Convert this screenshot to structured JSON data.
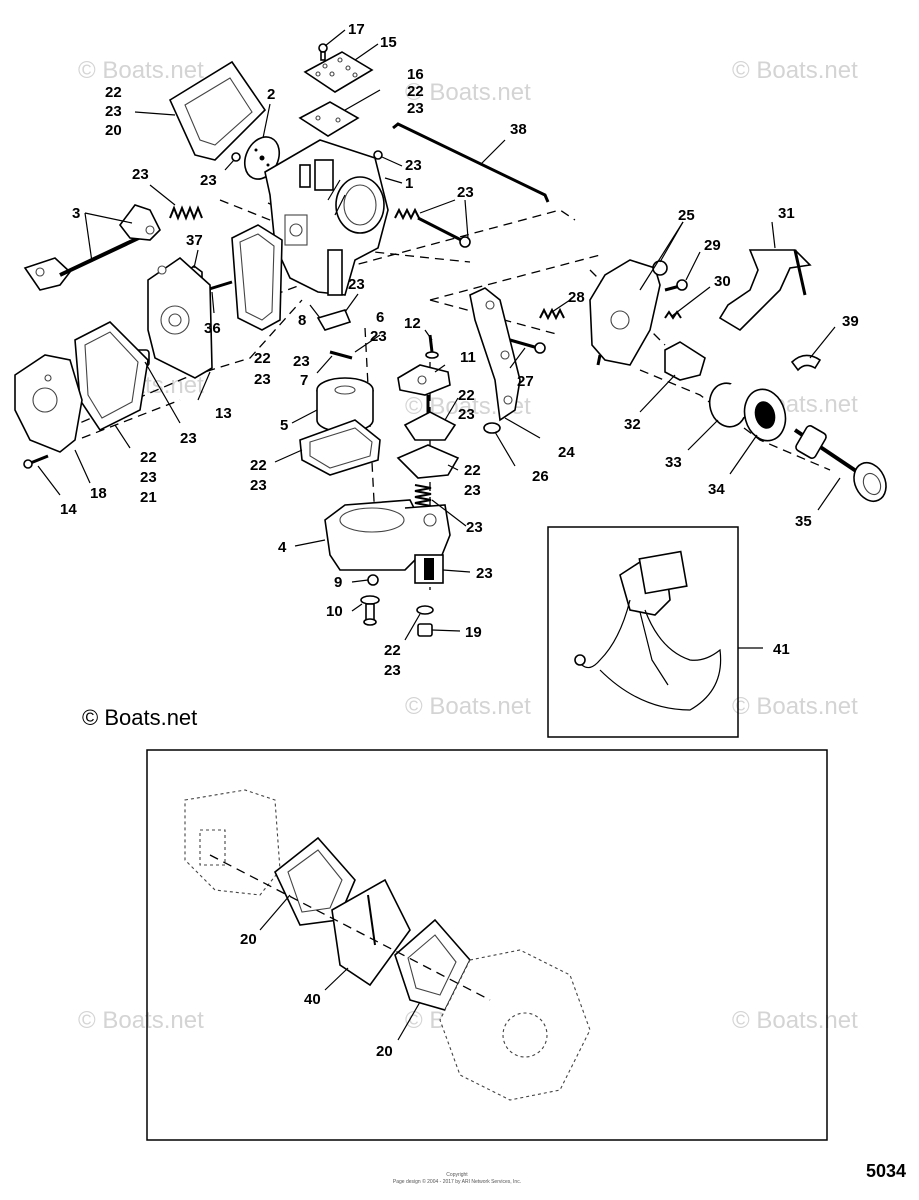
{
  "labels": {
    "l17": "17",
    "l15": "15",
    "l16": "16",
    "l22a": "22",
    "l23a": "23",
    "l22b": "22",
    "l23b": "23",
    "l20a": "20",
    "l2": "2",
    "l38": "38",
    "l23c": "23",
    "l1": "1",
    "l23d": "23",
    "l23e": "23",
    "l23f": "23",
    "l3": "3",
    "l37": "37",
    "l36": "36",
    "l22c": "22",
    "l23g": "23",
    "l8": "8",
    "l23h": "23",
    "l6": "6",
    "l23i": "23",
    "l12": "12",
    "l11": "11",
    "l23j": "23",
    "l7": "7",
    "l5": "5",
    "l22d": "22",
    "l23k": "23",
    "l13": "13",
    "l23l": "23",
    "l22e": "22",
    "l23m": "23",
    "l21": "21",
    "l14": "14",
    "l18": "18",
    "l22f": "22",
    "l23n": "23",
    "l22g": "22",
    "l23o": "23",
    "l23p": "23",
    "l4": "4",
    "l23q": "23",
    "l9": "9",
    "l10": "10",
    "l22h": "22",
    "l23r": "23",
    "l19": "19",
    "l25": "25",
    "l29": "29",
    "l31": "31",
    "l30": "30",
    "l28": "28",
    "l27": "27",
    "l39": "39",
    "l24": "24",
    "l26": "26",
    "l32": "32",
    "l33": "33",
    "l34": "34",
    "l35": "35",
    "l41": "41",
    "l20b": "20",
    "l40": "40",
    "l20c": "20"
  },
  "copyright": "© Boats.net",
  "watermark": "© Boats.net",
  "diagram_number": "5034",
  "footer_line1": "Copyright",
  "footer_line2": "Page design © 2004 - 2017 by ARI Network Services, Inc."
}
